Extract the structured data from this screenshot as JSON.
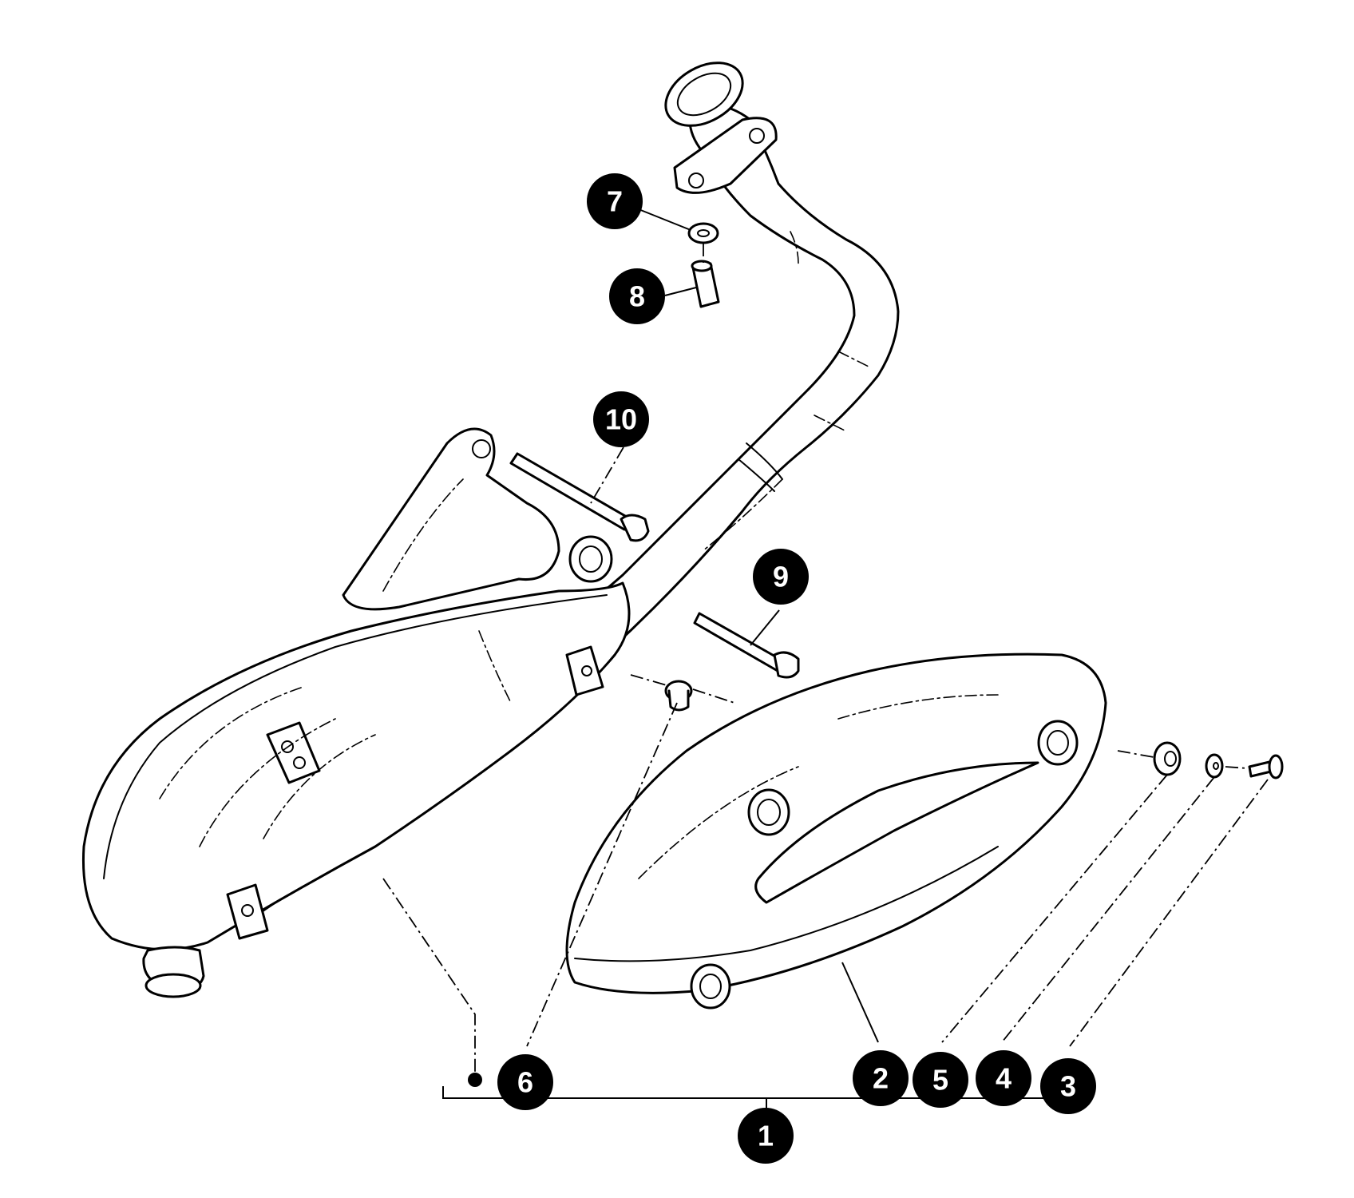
{
  "callouts": [
    {
      "id": "1",
      "label": "1"
    },
    {
      "id": "2",
      "label": "2"
    },
    {
      "id": "3",
      "label": "3"
    },
    {
      "id": "4",
      "label": "4"
    },
    {
      "id": "5",
      "label": "5"
    },
    {
      "id": "6",
      "label": "6"
    },
    {
      "id": "7",
      "label": "7"
    },
    {
      "id": "8",
      "label": "8"
    },
    {
      "id": "9",
      "label": "9"
    },
    {
      "id": "10",
      "label": "10"
    }
  ],
  "colors": {
    "line": "#000000",
    "callout_fill": "#000000",
    "callout_text": "#ffffff",
    "background": "#ffffff"
  }
}
